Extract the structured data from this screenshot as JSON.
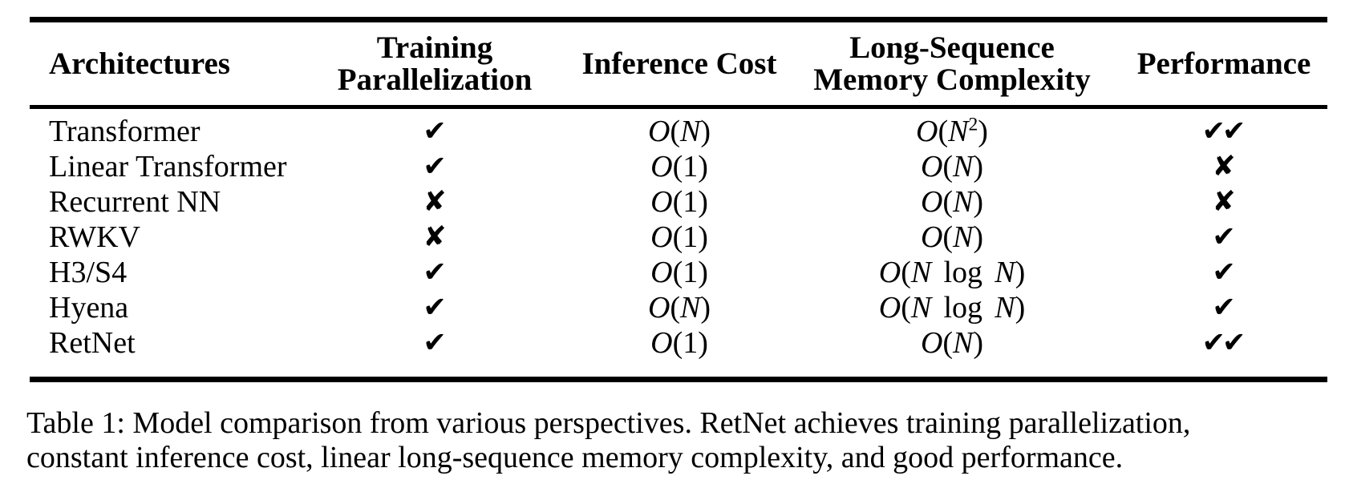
{
  "table": {
    "columns": [
      {
        "id": "architectures",
        "lines": [
          "Architectures"
        ]
      },
      {
        "id": "training-parallelization",
        "lines": [
          "Training",
          "Parallelization"
        ]
      },
      {
        "id": "inference-cost",
        "lines": [
          "Inference Cost"
        ]
      },
      {
        "id": "memory-complexity",
        "lines": [
          "Long-Sequence",
          "Memory Complexity"
        ]
      },
      {
        "id": "performance",
        "lines": [
          "Performance"
        ]
      }
    ],
    "rows": [
      {
        "architecture": "Transformer",
        "training": {
          "glyph": "✔",
          "icon": "heavy-check"
        },
        "inference": "O(N)",
        "memory": "O(N^2)",
        "performance": {
          "glyph": "✔✔",
          "icon": "double-heavy-check"
        }
      },
      {
        "architecture": "Linear Transformer",
        "training": {
          "glyph": "✔",
          "icon": "heavy-check"
        },
        "inference": "O(1)",
        "memory": "O(N)",
        "performance": {
          "glyph": "✘",
          "icon": "heavy-cross"
        }
      },
      {
        "architecture": "Recurrent NN",
        "training": {
          "glyph": "✘",
          "icon": "heavy-cross"
        },
        "inference": "O(1)",
        "memory": "O(N)",
        "performance": {
          "glyph": "✘",
          "icon": "heavy-cross"
        }
      },
      {
        "architecture": "RWKV",
        "training": {
          "glyph": "✘",
          "icon": "heavy-cross"
        },
        "inference": "O(1)",
        "memory": "O(N)",
        "performance": {
          "glyph": "✔",
          "icon": "heavy-check"
        }
      },
      {
        "architecture": "H3/S4",
        "training": {
          "glyph": "✔",
          "icon": "heavy-check"
        },
        "inference": "O(1)",
        "memory": "O(N log N)",
        "performance": {
          "glyph": "✔",
          "icon": "heavy-check"
        }
      },
      {
        "architecture": "Hyena",
        "training": {
          "glyph": "✔",
          "icon": "heavy-check"
        },
        "inference": "O(N)",
        "memory": "O(N log N)",
        "performance": {
          "glyph": "✔",
          "icon": "heavy-check"
        }
      },
      {
        "architecture": "RetNet",
        "training": {
          "glyph": "✔",
          "icon": "heavy-check"
        },
        "inference": "O(1)",
        "memory": "O(N)",
        "performance": {
          "glyph": "✔✔",
          "icon": "double-heavy-check"
        }
      }
    ]
  },
  "caption": {
    "lines": [
      "Table 1: Model comparison from various perspectives.  RetNet achieves training parallelization,",
      "constant inference cost, linear long-sequence memory complexity, and good performance."
    ]
  },
  "colors": {
    "text": "#000000",
    "rule": "#000000",
    "background": "#ffffff"
  }
}
